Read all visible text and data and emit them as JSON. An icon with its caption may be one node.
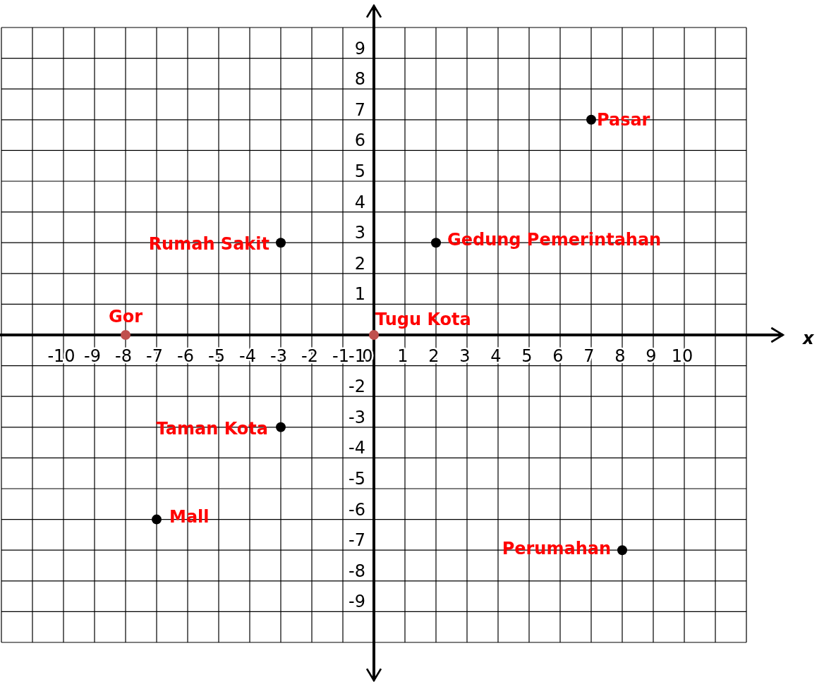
{
  "diagram": {
    "chart_data": {
      "type": "scatter",
      "xlabel": "x",
      "xlim": [
        -12,
        12
      ],
      "ylim": [
        -10,
        10
      ],
      "grid": true,
      "xticks": [
        -10,
        -9,
        -8,
        -7,
        -6,
        -5,
        -4,
        -3,
        -2,
        -1,
        0,
        1,
        2,
        3,
        4,
        5,
        6,
        7,
        8,
        9,
        10
      ],
      "yticks": [
        -9,
        -8,
        -7,
        -6,
        -5,
        -4,
        -3,
        -2,
        -1,
        1,
        2,
        3,
        4,
        5,
        6,
        7,
        8,
        9
      ],
      "series": [
        {
          "name": "Pasar",
          "color": "#000000",
          "x": [
            7
          ],
          "values": [
            7
          ]
        },
        {
          "name": "Rumah Sakit",
          "color": "#000000",
          "x": [
            -3
          ],
          "values": [
            3
          ]
        },
        {
          "name": "Gedung Pemerintahan",
          "color": "#000000",
          "x": [
            2
          ],
          "values": [
            3
          ]
        },
        {
          "name": "Gor",
          "color": "#c0504d",
          "x": [
            -8
          ],
          "values": [
            0
          ]
        },
        {
          "name": "Tugu Kota",
          "color": "#c0504d",
          "x": [
            0
          ],
          "values": [
            0
          ]
        },
        {
          "name": "Taman Kota",
          "color": "#000000",
          "x": [
            -3
          ],
          "values": [
            -3
          ]
        },
        {
          "name": "Mall",
          "color": "#000000",
          "x": [
            -7
          ],
          "values": [
            -6
          ]
        },
        {
          "name": "Perumahan",
          "color": "#000000",
          "x": [
            8
          ],
          "values": [
            -7
          ]
        }
      ]
    }
  }
}
